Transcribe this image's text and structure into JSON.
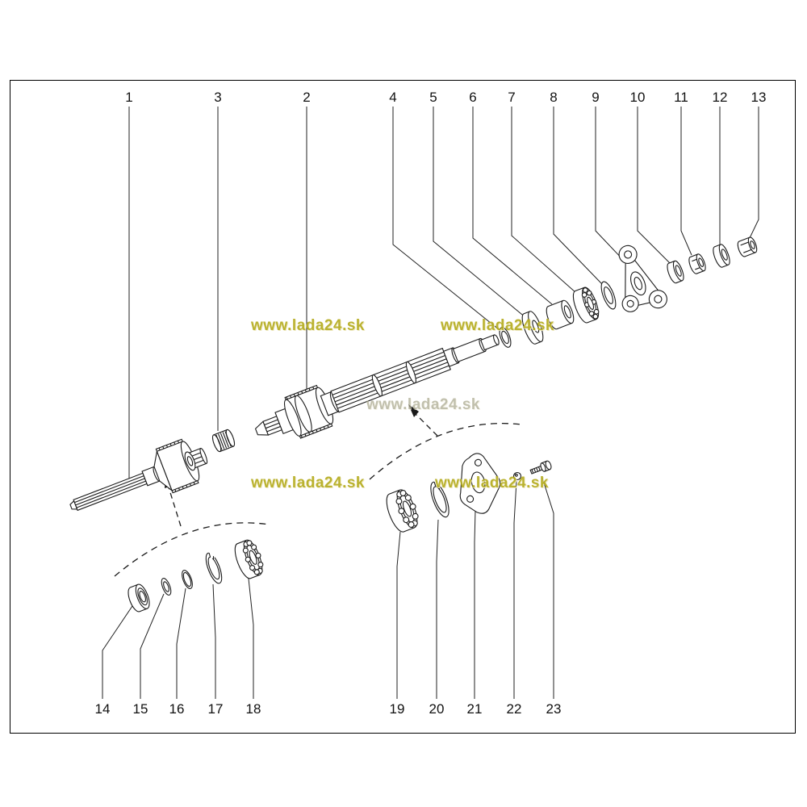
{
  "figure": {
    "type": "exploded-parts-diagram"
  },
  "watermark": {
    "text": "www.lada24.sk",
    "color": "#b5ac1f",
    "muted_color": "#a8a68b"
  },
  "labels": {
    "n1": "1",
    "n2": "2",
    "n3": "3",
    "n4": "4",
    "n5": "5",
    "n6": "6",
    "n7": "7",
    "n8": "8",
    "n9": "9",
    "n10": "10",
    "n11": "11",
    "n12": "12",
    "n13": "13",
    "n14": "14",
    "n15": "15",
    "n16": "16",
    "n17": "17",
    "n18": "18",
    "n19": "19",
    "n20": "20",
    "n21": "21",
    "n22": "22",
    "n23": "23"
  }
}
